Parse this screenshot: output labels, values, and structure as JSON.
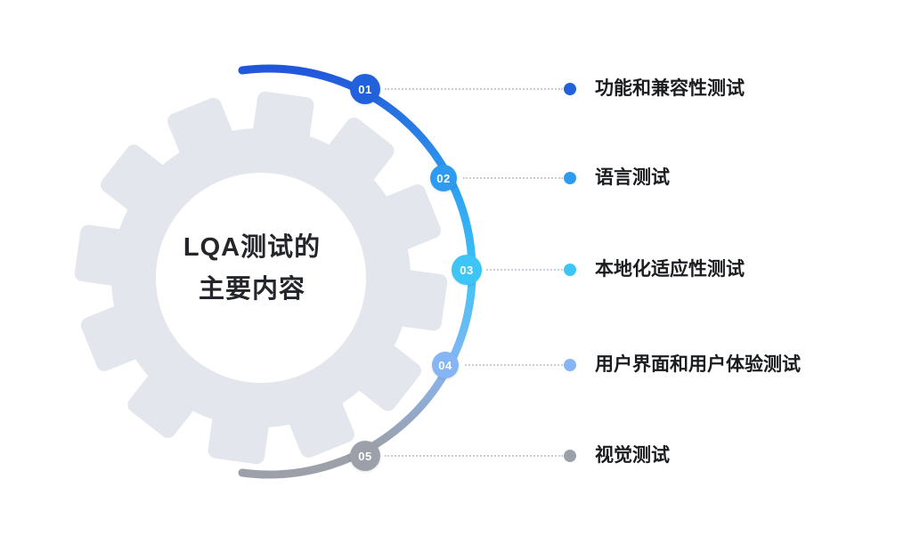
{
  "title": {
    "line1": "LQA测试的",
    "line2": "主要内容"
  },
  "steps": [
    {
      "number": "01",
      "label": "功能和兼容性测试",
      "color": "#2161DB"
    },
    {
      "number": "02",
      "label": "语言测试",
      "color": "#2E9BF0"
    },
    {
      "number": "03",
      "label": "本地化适应性测试",
      "color": "#3CC5F6"
    },
    {
      "number": "04",
      "label": "用户界面和用户体验测试",
      "color": "#86B5F4"
    },
    {
      "number": "05",
      "label": "视觉测试",
      "color": "#9CA0A8"
    }
  ],
  "colors": {
    "background": "#FFFFFF",
    "gear": "#E3E6EC",
    "gear_center": "#FFFFFF",
    "title_text": "#25262B",
    "label_text": "#1B1C20",
    "dotted_line": "#C9CDD4",
    "arc_gradient_top": "#2056DC",
    "arc_gradient_upper": "#2E9BF0",
    "arc_gradient_middle": "#3CC5F6",
    "arc_gradient_lower": "#86B5F4",
    "arc_gradient_bottom": "#9CA0A8"
  }
}
